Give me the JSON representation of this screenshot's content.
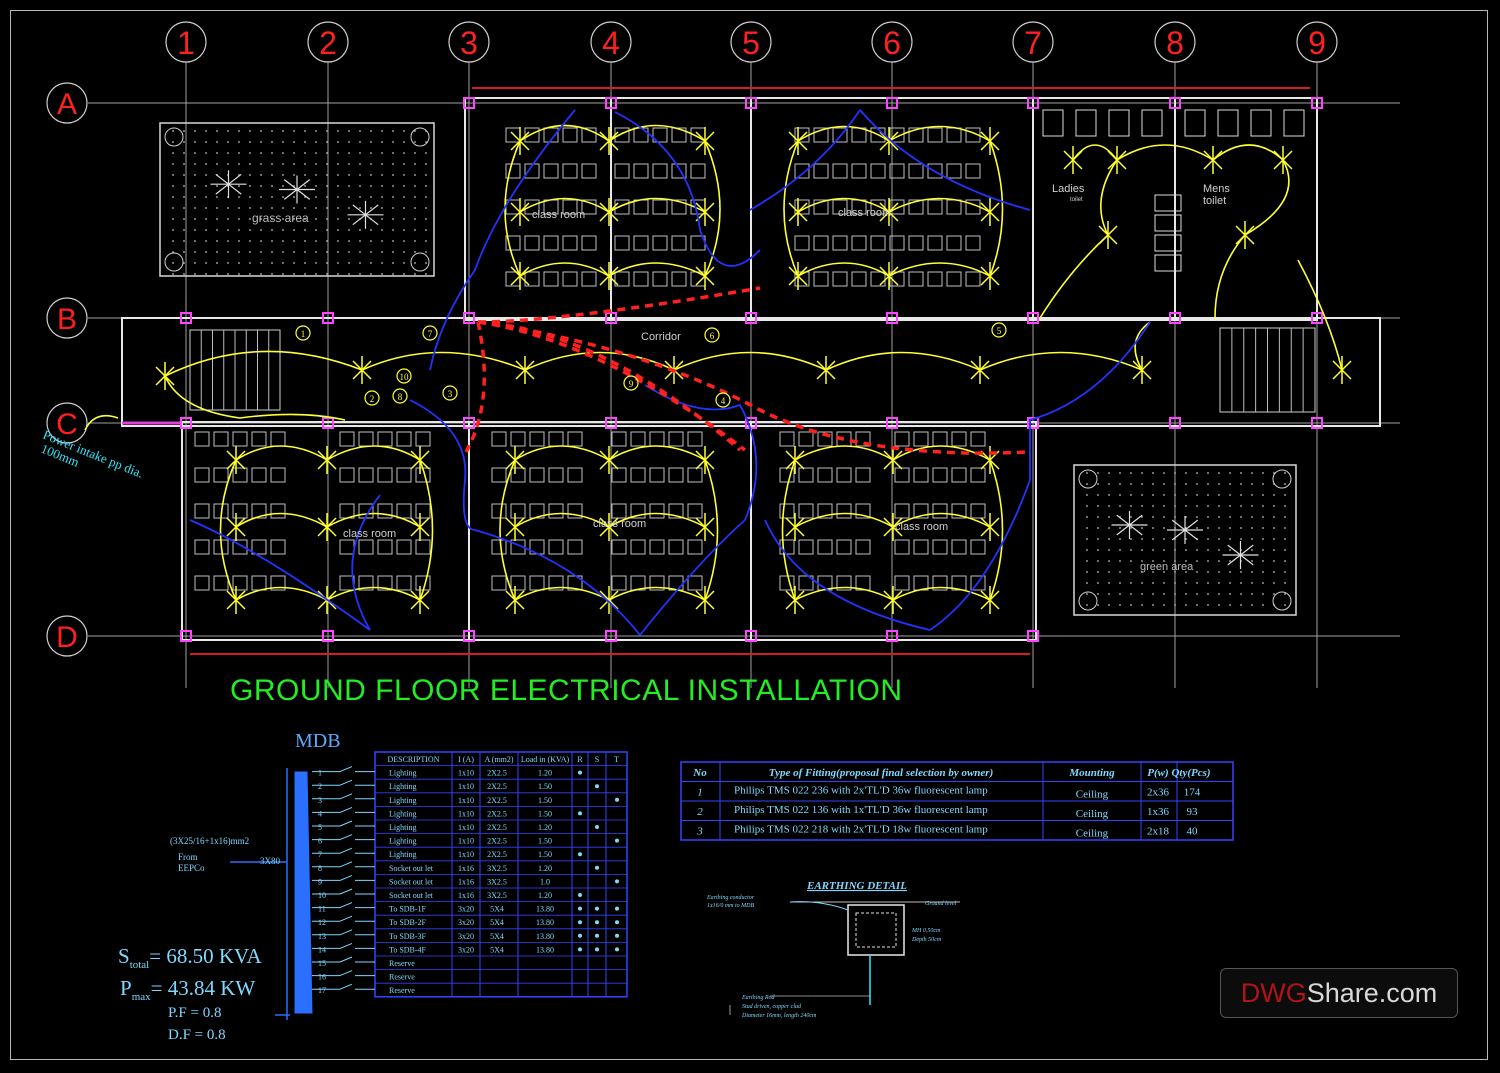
{
  "drawing_title": "GROUND FLOOR ELECTRICAL INSTALLATION",
  "grid": {
    "columns": [
      "1",
      "2",
      "3",
      "4",
      "5",
      "6",
      "7",
      "8",
      "9"
    ],
    "rows": [
      "A",
      "B",
      "C",
      "D"
    ]
  },
  "rooms": {
    "class_room": "class room",
    "corridor": "Corridor",
    "ladies": "Ladies",
    "ladies_sub": "toilet",
    "mens": "Mens",
    "mens_sub": "toilet",
    "grass_area": "grass area",
    "green_area": "green area"
  },
  "circuit_tags": [
    "1",
    "2",
    "3",
    "4",
    "5",
    "6",
    "7",
    "8",
    "9",
    "10"
  ],
  "power_intake": {
    "line1": "Power intake pp dia.",
    "line2": "100mm"
  },
  "mdb": {
    "title": "MDB",
    "supply_cable": "(3X25/16+1x16)mm2",
    "from_line1": "From",
    "from_line2": "EEPCo",
    "breaker": "3X80",
    "s_total_label": "S",
    "s_total_sub": "total",
    "s_total_value": "68.50  KVA",
    "p_max_label": "P",
    "p_max_sub": "max",
    "p_max_value": "43.84  KW",
    "pf": "P.F = 0.8",
    "df": "D.F = 0.8"
  },
  "circuit_schedule": {
    "headers": [
      "DESCRIPTION",
      "I (A)",
      "A (mm2)",
      "Load in (KVA)",
      "R",
      "S",
      "T"
    ],
    "rows": [
      {
        "no": "1",
        "desc": "Lighting",
        "i": "1x10",
        "a": "2X2.5",
        "load": "1.20",
        "r": true,
        "s": false,
        "t": false
      },
      {
        "no": "2",
        "desc": "Lighting",
        "i": "1x10",
        "a": "2X2.5",
        "load": "1.50",
        "r": false,
        "s": true,
        "t": false
      },
      {
        "no": "3",
        "desc": "Lighting",
        "i": "1x10",
        "a": "2X2.5",
        "load": "1.50",
        "r": false,
        "s": false,
        "t": true
      },
      {
        "no": "4",
        "desc": "Lighting",
        "i": "1x10",
        "a": "2X2.5",
        "load": "1.50",
        "r": true,
        "s": false,
        "t": false
      },
      {
        "no": "5",
        "desc": "Lighting",
        "i": "1x10",
        "a": "2X2.5",
        "load": "1.20",
        "r": false,
        "s": true,
        "t": false
      },
      {
        "no": "6",
        "desc": "Lighting",
        "i": "1x10",
        "a": "2X2.5",
        "load": "1.50",
        "r": false,
        "s": false,
        "t": true
      },
      {
        "no": "7",
        "desc": "Lighting",
        "i": "1x10",
        "a": "2X2.5",
        "load": "1.50",
        "r": true,
        "s": false,
        "t": false
      },
      {
        "no": "8",
        "desc": "Socket out let",
        "i": "1x16",
        "a": "3X2.5",
        "load": "1.20",
        "r": false,
        "s": true,
        "t": false
      },
      {
        "no": "9",
        "desc": "Socket out let",
        "i": "1x16",
        "a": "3X2.5",
        "load": "1.0",
        "r": false,
        "s": false,
        "t": true
      },
      {
        "no": "10",
        "desc": "Socket out let",
        "i": "1x16",
        "a": "3X2.5",
        "load": "1.20",
        "r": true,
        "s": false,
        "t": false
      },
      {
        "no": "11",
        "desc": "To SDB-1F",
        "i": "3x20",
        "a": "5X4",
        "load": "13.80",
        "r": true,
        "s": true,
        "t": true
      },
      {
        "no": "12",
        "desc": "To SDB-2F",
        "i": "3x20",
        "a": "5X4",
        "load": "13.80",
        "r": true,
        "s": true,
        "t": true
      },
      {
        "no": "13",
        "desc": "To SDB-3F",
        "i": "3x20",
        "a": "5X4",
        "load": "13.80",
        "r": true,
        "s": true,
        "t": true
      },
      {
        "no": "14",
        "desc": "To SDB-4F",
        "i": "3x20",
        "a": "5X4",
        "load": "13.80",
        "r": true,
        "s": true,
        "t": true
      },
      {
        "no": "15",
        "desc": "Reserve",
        "i": "",
        "a": "",
        "load": "",
        "r": false,
        "s": false,
        "t": false
      },
      {
        "no": "16",
        "desc": "Reserve",
        "i": "",
        "a": "",
        "load": "",
        "r": false,
        "s": false,
        "t": false
      },
      {
        "no": "17",
        "desc": "Reserve",
        "i": "",
        "a": "",
        "load": "",
        "r": false,
        "s": false,
        "t": false
      }
    ]
  },
  "fitting_schedule": {
    "headers": [
      "No",
      "Type of Fitting(proposal final selection by owner)",
      "Mounting",
      "P(w)",
      "Qty(Pcs)"
    ],
    "rows": [
      {
        "no": "1",
        "type": "Philips TMS 022 236 with 2x'TL'D 36w fluorescent lamp",
        "mounting": "Ceiling",
        "p": "2x36",
        "qty": "174"
      },
      {
        "no": "2",
        "type": "Philips TMS 022 136 with 1x'TL'D 36w fluorescent lamp",
        "mounting": "Ceiling",
        "p": "1x36",
        "qty": "93"
      },
      {
        "no": "3",
        "type": "Philips TMS 022 218 with 2x'TL'D 18w fluorescent lamp",
        "mounting": "Ceiling",
        "p": "2x18",
        "qty": "40"
      }
    ]
  },
  "earthing_detail": {
    "title": "EARTHING  DETAIL",
    "conductor_line1": "Earthing conductor",
    "conductor_line2": "1x16/0 mm to MDB",
    "ground_level": "Ground level",
    "pit_line1": "MH 0.50cm",
    "pit_line2": "Depth 50cm",
    "rod_line1": "Earthing Rod",
    "rod_line2": "Stud driven, copper clad",
    "rod_line3": "Diameter 16mm, length 240cm"
  },
  "watermark": {
    "part_a": "DWG",
    "part_b": "Share.com"
  },
  "colors": {
    "grid_bubble": "#ff2020",
    "walls": "#e8e8e8",
    "lighting_wire": "#ffff33",
    "socket_wire": "#2233ff",
    "main_feeder": "#ff2020",
    "tables": "#3344ff",
    "table_text": "#7fd8ff",
    "title": "#22ee22",
    "columns": "#ff44ff"
  }
}
